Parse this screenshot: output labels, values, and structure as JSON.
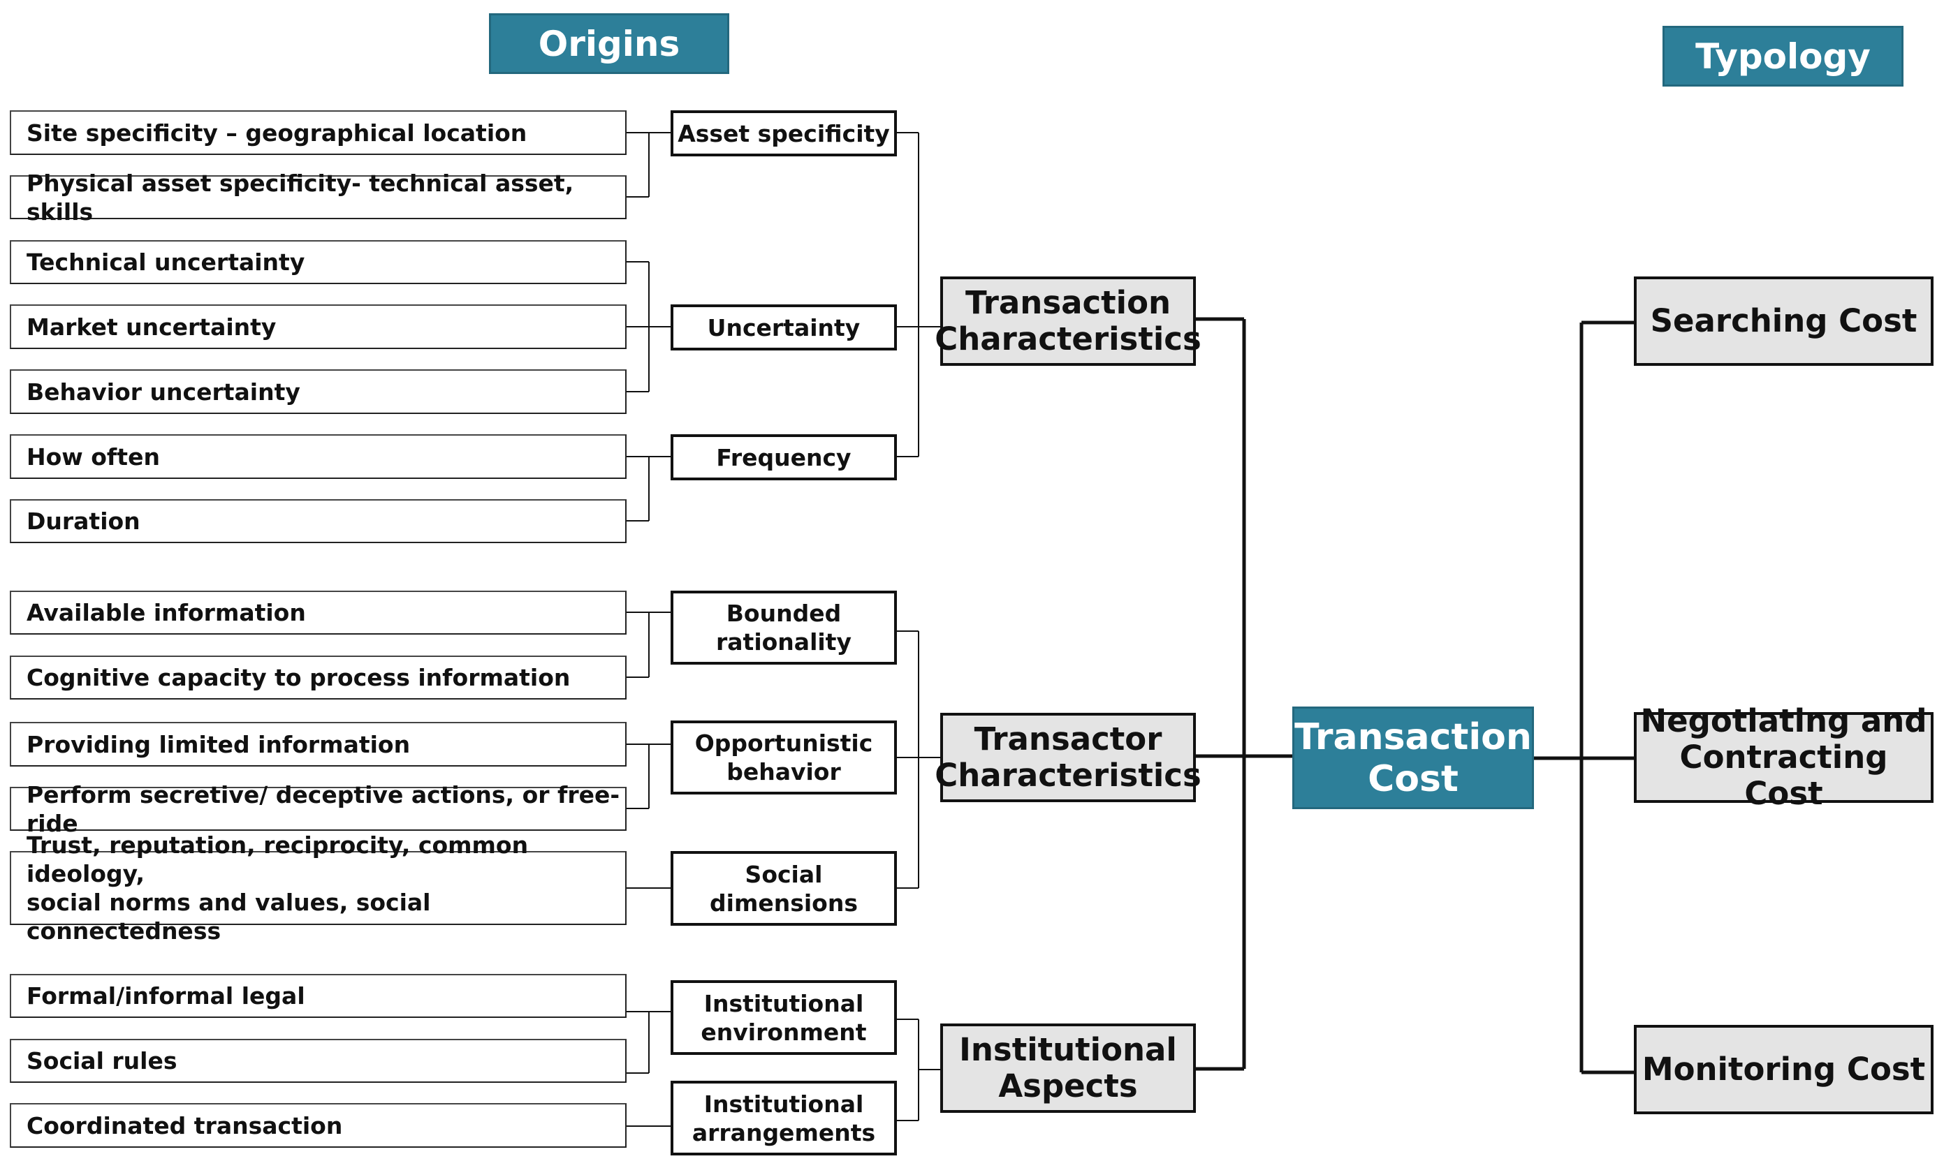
{
  "headers": {
    "origins": "Origins",
    "typology": "Typology"
  },
  "origins": {
    "site_specificity": "Site specificity – geographical location",
    "physical_asset_specificity": "Physical asset specificity- technical asset, skills",
    "technical_uncertainty": "Technical uncertainty",
    "market_uncertainty": "Market uncertainty",
    "behavior_uncertainty": "Behavior uncertainty",
    "how_often": "How often",
    "duration": "Duration",
    "available_information": "Available information",
    "cognitive_capacity": "Cognitive capacity to process information",
    "providing_limited_information": "Providing limited information",
    "perform_secretive": "Perform secretive/ deceptive actions, or free-ride",
    "trust_reputation": "Trust, reputation, reciprocity, common ideology,\nsocial norms and values, social connectedness",
    "formal_informal_legal": "Formal/informal legal",
    "social_rules": "Social rules",
    "coordinated_transaction": "Coordinated transaction"
  },
  "dimensions": {
    "asset_specificity": "Asset specificity",
    "uncertainty": "Uncertainty",
    "frequency": "Frequency",
    "bounded_rationality": "Bounded\nrationality",
    "opportunistic_behavior": "Opportunistic\nbehavior",
    "social_dimensions": "Social\ndimensions",
    "institutional_environment": "Institutional\nenvironment",
    "institutional_arrangements": "Institutional\narrangements"
  },
  "categories": {
    "transaction_characteristics": "Transaction\nCharacteristics",
    "transactor_characteristics": "Transactor\nCharacteristics",
    "institutional_aspects": "Institutional\nAspects"
  },
  "center": {
    "transaction_cost": "Transaction\nCost"
  },
  "typology": {
    "searching_cost": "Searching Cost",
    "negotiating_contracting_cost": "Negotiating and\nContracting Cost",
    "monitoring_cost": "Monitoring Cost"
  },
  "colors": {
    "header_fill": "#2d7f99",
    "category_fill": "#e4e4e4",
    "line": "#111111"
  }
}
